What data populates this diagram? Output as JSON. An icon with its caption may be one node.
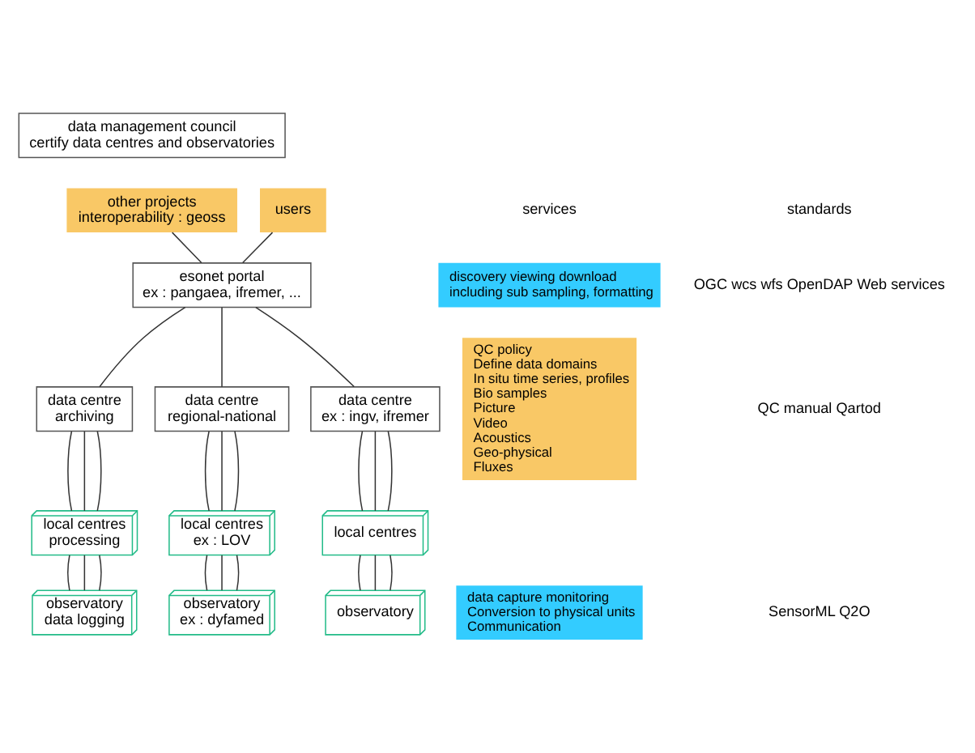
{
  "diagram": {
    "nodes": [
      {
        "text": [
          "data management council",
          "certify data centres and observatories"
        ]
      },
      {
        "text": [
          "services"
        ]
      },
      {
        "text": [
          "standards"
        ]
      },
      {
        "text": [
          "other projects",
          "interoperability : geoss"
        ]
      },
      {
        "text": [
          "users"
        ]
      },
      {
        "text": [
          "esonet portal",
          "ex : pangaea, ifremer, ..."
        ]
      },
      {
        "text": [
          "OGC wcs wfs OpenDAP Web services"
        ]
      },
      {
        "text": [
          "data centre",
          "archiving"
        ]
      },
      {
        "text": [
          "data centre",
          "regional-national"
        ]
      },
      {
        "text": [
          "data centre",
          "ex : ingv, ifremer"
        ]
      },
      {
        "text": [
          "QC manual Qartod"
        ]
      },
      {
        "text": [
          "local centres",
          "processing"
        ]
      },
      {
        "text": [
          "local centres",
          "ex : LOV"
        ]
      },
      {
        "text": [
          "local centres"
        ]
      },
      {
        "text": [
          "SensorML Q2O"
        ]
      },
      {
        "text": [
          "observatory",
          "data logging"
        ]
      },
      {
        "text": [
          "observatory",
          "ex : dyfamed"
        ]
      },
      {
        "text": [
          "observatory"
        ]
      }
    ],
    "edges": [
      {
        "from": 3,
        "to": 5,
        "arrow": "none"
      },
      {
        "from": 4,
        "to": 5,
        "arrow": "none"
      },
      {
        "from": 5,
        "to": 7,
        "arrow": "none"
      },
      {
        "from": 5,
        "to": 8,
        "arrow": "none"
      },
      {
        "from": 5,
        "to": 9,
        "arrow": "none"
      },
      {
        "from": 7,
        "to": 11,
        "arrow": "none"
      },
      {
        "from": 7,
        "to": 11,
        "arrow": "none"
      },
      {
        "from": 7,
        "to": 11,
        "arrow": "none"
      },
      {
        "from": 8,
        "to": 12,
        "arrow": "none"
      },
      {
        "from": 8,
        "to": 12,
        "arrow": "none"
      },
      {
        "from": 8,
        "to": 12,
        "arrow": "none"
      },
      {
        "from": 9,
        "to": 13,
        "arrow": "none"
      },
      {
        "from": 9,
        "to": 13,
        "arrow": "none"
      },
      {
        "from": 9,
        "to": 13,
        "arrow": "none"
      },
      {
        "from": 11,
        "to": 15,
        "arrow": "none"
      },
      {
        "from": 11,
        "to": 15,
        "arrow": "none"
      },
      {
        "from": 11,
        "to": 15,
        "arrow": "none"
      },
      {
        "from": 12,
        "to": 16,
        "arrow": "none"
      },
      {
        "from": 12,
        "to": 16,
        "arrow": "none"
      },
      {
        "from": 12,
        "to": 16,
        "arrow": "none"
      },
      {
        "from": 13,
        "to": 17,
        "arrow": "none"
      },
      {
        "from": 13,
        "to": 17,
        "arrow": "none"
      },
      {
        "from": 13,
        "to": 17,
        "arrow": "none"
      }
    ],
    "labels": [
      "discovery viewing download",
      "including sub sampling, formatting",
      "QC policy",
      "Define data domains",
      "In situ time series, profiles",
      "Bio samples",
      "Picture",
      "Video",
      "Acoustics",
      "Geo-physical",
      "Fluxes",
      "data capture monitoring",
      "Conversion to physical units",
      "Communication"
    ]
  }
}
